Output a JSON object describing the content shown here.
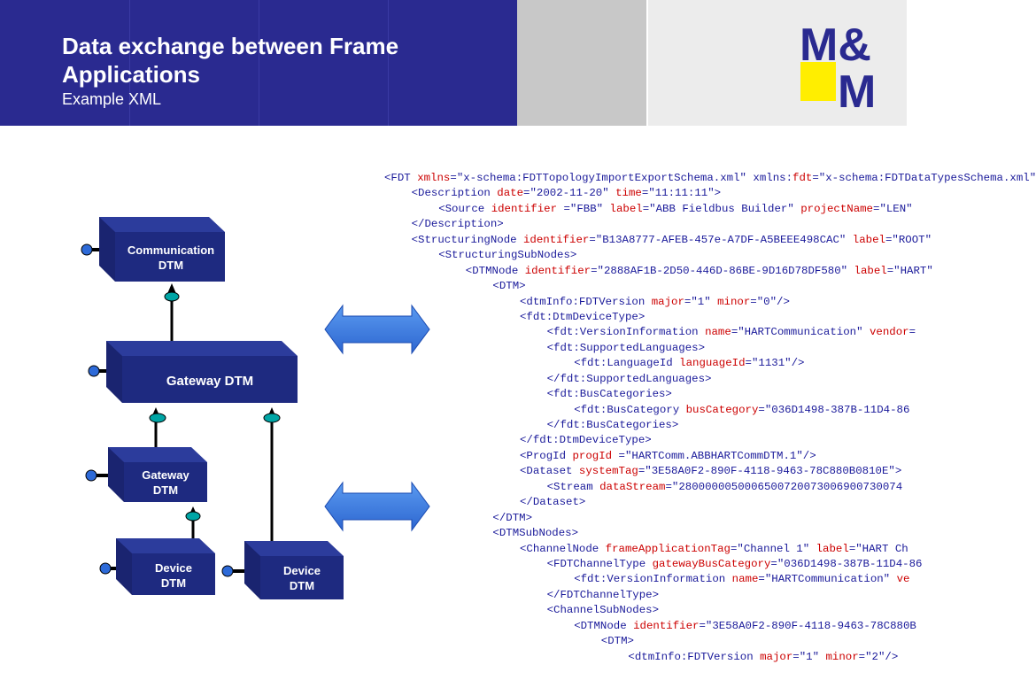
{
  "header": {
    "title": "Data exchange between Frame Applications",
    "subtitle": "Example XML",
    "logo": {
      "line1": "M&",
      "line2": "M",
      "accent": "#ffee00",
      "color": "#2a2a90"
    }
  },
  "colors": {
    "header_bg": "#2a2a90",
    "box_front": "#1e2a80",
    "box_top": "#2c3c9c",
    "connector": "#00a0a0",
    "arrow": "#3d7de0"
  },
  "diagram": {
    "nodes": [
      {
        "id": "comm",
        "label_lines": [
          "Communication",
          "DTM"
        ]
      },
      {
        "id": "gateway_main",
        "label_lines": [
          "Gateway DTM"
        ]
      },
      {
        "id": "gateway_small",
        "label_lines": [
          "Gateway",
          "DTM"
        ]
      },
      {
        "id": "device1",
        "label_lines": [
          "Device",
          "DTM"
        ]
      },
      {
        "id": "device2",
        "label_lines": [
          "Device",
          "DTM"
        ]
      }
    ]
  },
  "xml_lines": [
    {
      "indent": 0,
      "tokens": [
        [
          "t",
          "<FDT "
        ],
        [
          "a",
          "xmlns"
        ],
        [
          "e",
          "="
        ],
        [
          "v",
          "\"x-schema:FDTTopologyImportExportSchema.xml\""
        ],
        [
          "t",
          " "
        ],
        [
          "t",
          "xmlns:"
        ],
        [
          "a",
          "fdt"
        ],
        [
          "e",
          "="
        ],
        [
          "v",
          "\"x-schema:FDTDataTypesSchema.xml\""
        ]
      ]
    },
    {
      "indent": 1,
      "tokens": [
        [
          "t",
          "<Description "
        ],
        [
          "a",
          "date"
        ],
        [
          "e",
          "="
        ],
        [
          "v",
          "\"2002-11-20\""
        ],
        [
          "t",
          " "
        ],
        [
          "a",
          "time"
        ],
        [
          "e",
          "="
        ],
        [
          "v",
          "\"11:11:11\""
        ],
        [
          "t",
          ">"
        ]
      ]
    },
    {
      "indent": 2,
      "tokens": [
        [
          "t",
          "<Source "
        ],
        [
          "a",
          "identifier"
        ],
        [
          "e",
          " ="
        ],
        [
          "v",
          "\"FBB\""
        ],
        [
          "t",
          " "
        ],
        [
          "a",
          "label"
        ],
        [
          "e",
          "="
        ],
        [
          "v",
          "\"ABB Fieldbus Builder\""
        ],
        [
          "t",
          " "
        ],
        [
          "a",
          "projectName"
        ],
        [
          "e",
          "="
        ],
        [
          "v",
          "\"LEN\""
        ]
      ]
    },
    {
      "indent": 1,
      "tokens": [
        [
          "t",
          "</Description>"
        ]
      ]
    },
    {
      "indent": 1,
      "tokens": [
        [
          "t",
          "<StructuringNode "
        ],
        [
          "a",
          "identifier"
        ],
        [
          "e",
          "="
        ],
        [
          "v",
          "\"B13A8777-AFEB-457e-A7DF-A5BEEE498CAC\""
        ],
        [
          "t",
          " "
        ],
        [
          "a",
          "label"
        ],
        [
          "e",
          "="
        ],
        [
          "v",
          "\"ROOT\""
        ]
      ]
    },
    {
      "indent": 2,
      "tokens": [
        [
          "t",
          "<StructuringSubNodes>"
        ]
      ]
    },
    {
      "indent": 3,
      "tokens": [
        [
          "t",
          "<DTMNode "
        ],
        [
          "a",
          "identifier"
        ],
        [
          "e",
          "="
        ],
        [
          "v",
          "\"2888AF1B-2D50-446D-86BE-9D16D78DF580\""
        ],
        [
          "t",
          " "
        ],
        [
          "a",
          "label"
        ],
        [
          "e",
          "="
        ],
        [
          "v",
          "\"HART\""
        ]
      ]
    },
    {
      "indent": 4,
      "tokens": [
        [
          "t",
          "<DTM>"
        ]
      ]
    },
    {
      "indent": 5,
      "tokens": [
        [
          "t",
          "<dtmInfo:FDTVersion "
        ],
        [
          "a",
          "major"
        ],
        [
          "e",
          "="
        ],
        [
          "v",
          "\"1\""
        ],
        [
          "t",
          " "
        ],
        [
          "a",
          "minor"
        ],
        [
          "e",
          "="
        ],
        [
          "v",
          "\"0\""
        ],
        [
          "t",
          "/>"
        ]
      ]
    },
    {
      "indent": 5,
      "tokens": [
        [
          "t",
          "<fdt:DtmDeviceType>"
        ]
      ]
    },
    {
      "indent": 6,
      "tokens": [
        [
          "t",
          "<fdt:VersionInformation "
        ],
        [
          "a",
          "name"
        ],
        [
          "e",
          "="
        ],
        [
          "v",
          "\"HARTCommunication\""
        ],
        [
          "t",
          " "
        ],
        [
          "a",
          "vendor"
        ],
        [
          "e",
          "="
        ]
      ]
    },
    {
      "indent": 6,
      "tokens": [
        [
          "t",
          "<fdt:SupportedLanguages>"
        ]
      ]
    },
    {
      "indent": 7,
      "tokens": [
        [
          "t",
          "<fdt:LanguageId "
        ],
        [
          "a",
          "languageId"
        ],
        [
          "e",
          "="
        ],
        [
          "v",
          "\"1131\""
        ],
        [
          "t",
          "/>"
        ]
      ]
    },
    {
      "indent": 6,
      "tokens": [
        [
          "t",
          "</fdt:SupportedLanguages>"
        ]
      ]
    },
    {
      "indent": 6,
      "tokens": [
        [
          "t",
          "<fdt:BusCategories>"
        ]
      ]
    },
    {
      "indent": 7,
      "tokens": [
        [
          "t",
          "<fdt:BusCategory "
        ],
        [
          "a",
          "busCategory"
        ],
        [
          "e",
          "="
        ],
        [
          "v",
          "\"036D1498-387B-11D4-86"
        ]
      ]
    },
    {
      "indent": 6,
      "tokens": [
        [
          "t",
          "</fdt:BusCategories>"
        ]
      ]
    },
    {
      "indent": 5,
      "tokens": [
        [
          "t",
          "</fdt:DtmDeviceType>"
        ]
      ]
    },
    {
      "indent": 5,
      "tokens": [
        [
          "t",
          "<ProgId "
        ],
        [
          "a",
          "progId"
        ],
        [
          "e",
          " ="
        ],
        [
          "v",
          "\"HARTComm.ABBHARTCommDTM.1\""
        ],
        [
          "t",
          "/>"
        ]
      ]
    },
    {
      "indent": 5,
      "tokens": [
        [
          "t",
          "<Dataset "
        ],
        [
          "a",
          "systemTag"
        ],
        [
          "e",
          "="
        ],
        [
          "v",
          "\"3E58A0F2-890F-4118-9463-78C880B0810E\""
        ],
        [
          "t",
          ">"
        ]
      ]
    },
    {
      "indent": 6,
      "tokens": [
        [
          "t",
          "<Stream "
        ],
        [
          "a",
          "dataStream"
        ],
        [
          "e",
          "="
        ],
        [
          "v",
          "\"2800000050006500720073006900730074"
        ]
      ]
    },
    {
      "indent": 5,
      "tokens": [
        [
          "t",
          "</Dataset>"
        ]
      ]
    },
    {
      "indent": 4,
      "tokens": [
        [
          "t",
          "</DTM>"
        ]
      ]
    },
    {
      "indent": 4,
      "tokens": [
        [
          "t",
          "<DTMSubNodes>"
        ]
      ]
    },
    {
      "indent": 5,
      "tokens": [
        [
          "t",
          "<ChannelNode "
        ],
        [
          "a",
          "frameApplicationTag"
        ],
        [
          "e",
          "="
        ],
        [
          "v",
          "\"Channel 1\""
        ],
        [
          "t",
          " "
        ],
        [
          "a",
          "label"
        ],
        [
          "e",
          "="
        ],
        [
          "v",
          "\"HART Ch"
        ]
      ]
    },
    {
      "indent": 6,
      "tokens": [
        [
          "t",
          "<FDTChannelType "
        ],
        [
          "a",
          "gatewayBusCategory"
        ],
        [
          "e",
          "="
        ],
        [
          "v",
          "\"036D1498-387B-11D4-86"
        ]
      ]
    },
    {
      "indent": 7,
      "tokens": [
        [
          "t",
          "<fdt:VersionInformation "
        ],
        [
          "a",
          "name"
        ],
        [
          "e",
          "="
        ],
        [
          "v",
          "\"HARTCommunication\""
        ],
        [
          "t",
          " "
        ],
        [
          "a",
          "ve"
        ]
      ]
    },
    {
      "indent": 6,
      "tokens": [
        [
          "t",
          "</FDTChannelType>"
        ]
      ]
    },
    {
      "indent": 6,
      "tokens": [
        [
          "t",
          "<ChannelSubNodes>"
        ]
      ]
    },
    {
      "indent": 7,
      "tokens": [
        [
          "t",
          "<DTMNode "
        ],
        [
          "a",
          "identifier"
        ],
        [
          "e",
          "="
        ],
        [
          "v",
          "\"3E58A0F2-890F-4118-9463-78C880B"
        ]
      ]
    },
    {
      "indent": 8,
      "tokens": [
        [
          "t",
          "<DTM>"
        ]
      ]
    },
    {
      "indent": 9,
      "tokens": [
        [
          "t",
          "<dtmInfo:FDTVersion "
        ],
        [
          "a",
          "major"
        ],
        [
          "e",
          "="
        ],
        [
          "v",
          "\"1\""
        ],
        [
          "t",
          " "
        ],
        [
          "a",
          "minor"
        ],
        [
          "e",
          "="
        ],
        [
          "v",
          "\"2\""
        ],
        [
          "t",
          "/>"
        ]
      ]
    }
  ]
}
